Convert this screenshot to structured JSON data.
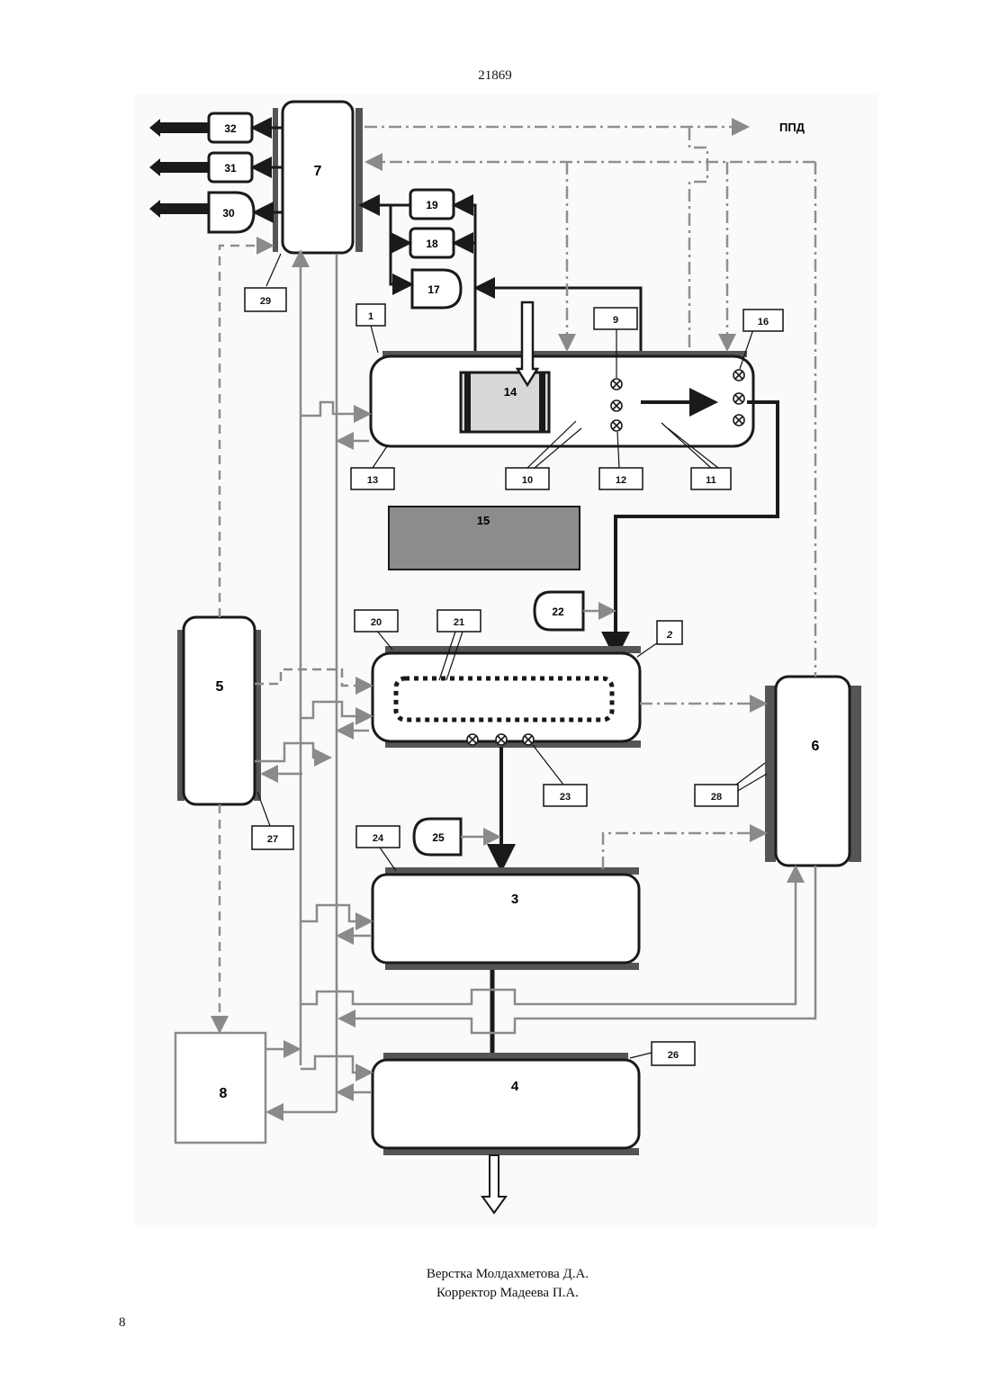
{
  "header": {
    "page_number_top": "21869"
  },
  "diagram": {
    "box_labels": {
      "b1": "1",
      "b2": "2",
      "b3": "3",
      "b4": "4",
      "b5": "5",
      "b6": "6",
      "b7": "7",
      "b8": "8",
      "b14": "14",
      "b15": "15"
    },
    "callouts": {
      "c1": "1",
      "c9": "9",
      "c10": "10",
      "c11": "11",
      "c12": "12",
      "c13": "13",
      "c16": "16",
      "c17": "17",
      "c18": "18",
      "c19": "19",
      "c20": "20",
      "c21": "21",
      "c22": "22",
      "c23": "23",
      "c24": "24",
      "c25": "25",
      "c26": "26",
      "c27": "27",
      "c28": "28",
      "c29": "29",
      "c30": "30",
      "c31": "31",
      "c32": "32",
      "c2": "2"
    },
    "ppd_label": "ППД",
    "colors": {
      "dark": "#1a1a1a",
      "gray": "#8a8a8a",
      "dashed": "#8f8f8f",
      "fill15": "#8c8c8c",
      "fill14": "#d8d8d8"
    }
  },
  "footer": {
    "layout_credit": "Верстка Молдахметова Д.А.",
    "proof_credit": "Корректор Мадеева П.А.",
    "sheet_number": "8"
  }
}
